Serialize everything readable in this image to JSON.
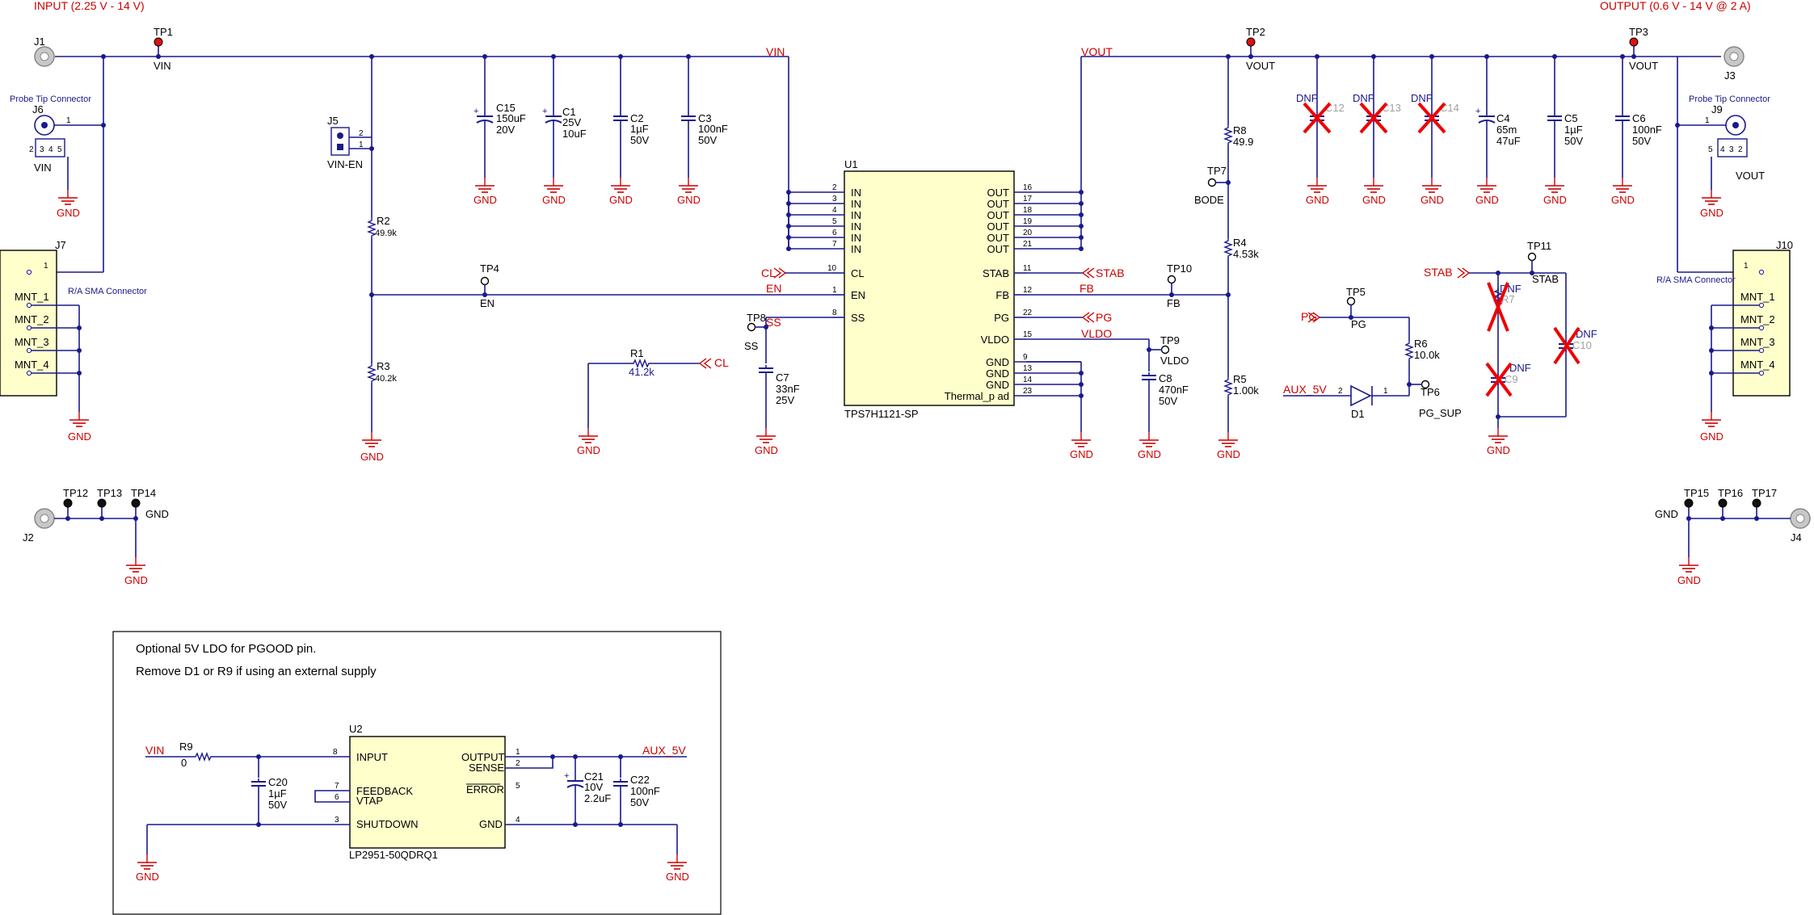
{
  "headers": {
    "input": "INPUT (2.25 V - 14 V)",
    "output": "OUTPUT (0.6 V - 14 V @ 2 A)"
  },
  "connectors": {
    "j1": "J1",
    "j2": "J2",
    "j3": "J3",
    "j4": "J4",
    "j5": "J5",
    "j5_net": "VIN-EN",
    "j6": "J6",
    "j6_title": "Probe Tip Connector",
    "j6_net": "VIN",
    "j7": "J7",
    "j7_title": "R/A SMA Connector",
    "j9": "J9",
    "j9_title": "Probe Tip Connector",
    "j9_net": "VOUT",
    "j10": "J10",
    "j10_title": "R/A SMA Connector",
    "mnt": [
      "MNT_1",
      "MNT_2",
      "MNT_3",
      "MNT_4"
    ]
  },
  "testpoints": {
    "tp1": "TP1",
    "tp1_net": "VIN",
    "tp2": "TP2",
    "tp2_net": "VOUT",
    "tp3": "TP3",
    "tp3_net": "VOUT",
    "tp4": "TP4",
    "tp4_net": "EN",
    "tp5": "TP5",
    "tp5_net": "PG",
    "tp6": "TP6",
    "tp6_net": "PG_SUP",
    "tp7": "TP7",
    "tp7_net": "BODE",
    "tp8": "TP8",
    "tp8_net": "SS",
    "tp9": "TP9",
    "tp9_net": "VLDO",
    "tp10": "TP10",
    "tp10_net": "FB",
    "tp11": "TP11",
    "tp11_net": "STAB",
    "tp12": "TP12",
    "tp13": "TP13",
    "tp14": "TP14",
    "tp15": "TP15",
    "tp16": "TP16",
    "tp17": "TP17"
  },
  "nets": {
    "vin": "VIN",
    "vout": "VOUT",
    "en": "EN",
    "fb": "FB",
    "vldo": "VLDO",
    "cl": "CL",
    "stab": "STAB",
    "pg": "PG",
    "ss": "SS",
    "aux": "AUX_5V",
    "gnd": "GND",
    "dnf": "DNF"
  },
  "components": {
    "c15": [
      "C15",
      "150uF",
      "20V"
    ],
    "c1": [
      "C1",
      "25V",
      "10uF"
    ],
    "c2": [
      "C2",
      "1µF",
      "50V"
    ],
    "c3": [
      "C3",
      "100nF",
      "50V"
    ],
    "r2": [
      "R2",
      "49.9k"
    ],
    "r3": [
      "R3",
      "40.2k"
    ],
    "r1": [
      "R1",
      "41.2k"
    ],
    "c7": [
      "C7",
      "33nF",
      "25V"
    ],
    "c8": [
      "C8",
      "470nF",
      "50V"
    ],
    "r8": [
      "R8",
      "49.9"
    ],
    "r4": [
      "R4",
      "4.53k"
    ],
    "r5": [
      "R5",
      "1.00k"
    ],
    "c12": "C12",
    "c13": "C13",
    "c14": "C14",
    "c4": [
      "C4",
      "65m",
      "47uF"
    ],
    "c5": [
      "C5",
      "1µF",
      "50V"
    ],
    "c6": [
      "C6",
      "100nF",
      "50V"
    ],
    "r6": [
      "R6",
      "10.0k"
    ],
    "d1": "D1",
    "r7": "R7",
    "c9": "C9",
    "c10": "C10",
    "r9": [
      "R9",
      "0"
    ],
    "c20": [
      "C20",
      "1µF",
      "50V"
    ],
    "c21": [
      "C21",
      "10V",
      "2.2uF"
    ],
    "c22": [
      "C22",
      "100nF",
      "50V"
    ]
  },
  "u1": {
    "ref": "U1",
    "part": "TPS7H1121-SP",
    "left_pins": [
      {
        "num": "2",
        "name": "IN"
      },
      {
        "num": "3",
        "name": "IN"
      },
      {
        "num": "4",
        "name": "IN"
      },
      {
        "num": "5",
        "name": "IN"
      },
      {
        "num": "6",
        "name": "IN"
      },
      {
        "num": "7",
        "name": "IN"
      },
      {
        "num": "10",
        "name": "CL"
      },
      {
        "num": "1",
        "name": "EN"
      },
      {
        "num": "8",
        "name": "SS"
      }
    ],
    "right_pins": [
      {
        "num": "16",
        "name": "OUT"
      },
      {
        "num": "17",
        "name": "OUT"
      },
      {
        "num": "18",
        "name": "OUT"
      },
      {
        "num": "19",
        "name": "OUT"
      },
      {
        "num": "20",
        "name": "OUT"
      },
      {
        "num": "21",
        "name": "OUT"
      },
      {
        "num": "11",
        "name": "STAB"
      },
      {
        "num": "12",
        "name": "FB"
      },
      {
        "num": "22",
        "name": "PG"
      },
      {
        "num": "15",
        "name": "VLDO"
      },
      {
        "num": "9",
        "name": "GND"
      },
      {
        "num": "13",
        "name": "GND"
      },
      {
        "num": "14",
        "name": "GND"
      },
      {
        "num": "23",
        "name": "Thermal_p ad"
      }
    ]
  },
  "u2": {
    "ref": "U2",
    "part": "LP2951-50QDRQ1",
    "pins": [
      {
        "num": "8",
        "name": "INPUT"
      },
      {
        "num": "7",
        "name": "FEEDBACK"
      },
      {
        "num": "6",
        "name": "VTAP"
      },
      {
        "num": "3",
        "name": "SHUTDOWN"
      },
      {
        "num": "1",
        "name": "OUTPUT"
      },
      {
        "num": "2",
        "name": "SENSE"
      },
      {
        "num": "5",
        "name": "ERROR"
      },
      {
        "num": "4",
        "name": "GND"
      }
    ]
  },
  "note": {
    "line1": "Optional 5V LDO for PGOOD pin.",
    "line2": "Remove D1 or R9 if using an external supply"
  },
  "pin_numbers": {
    "p1": "1",
    "p2": "2",
    "p3": "3",
    "p4": "4",
    "p5": "5"
  }
}
